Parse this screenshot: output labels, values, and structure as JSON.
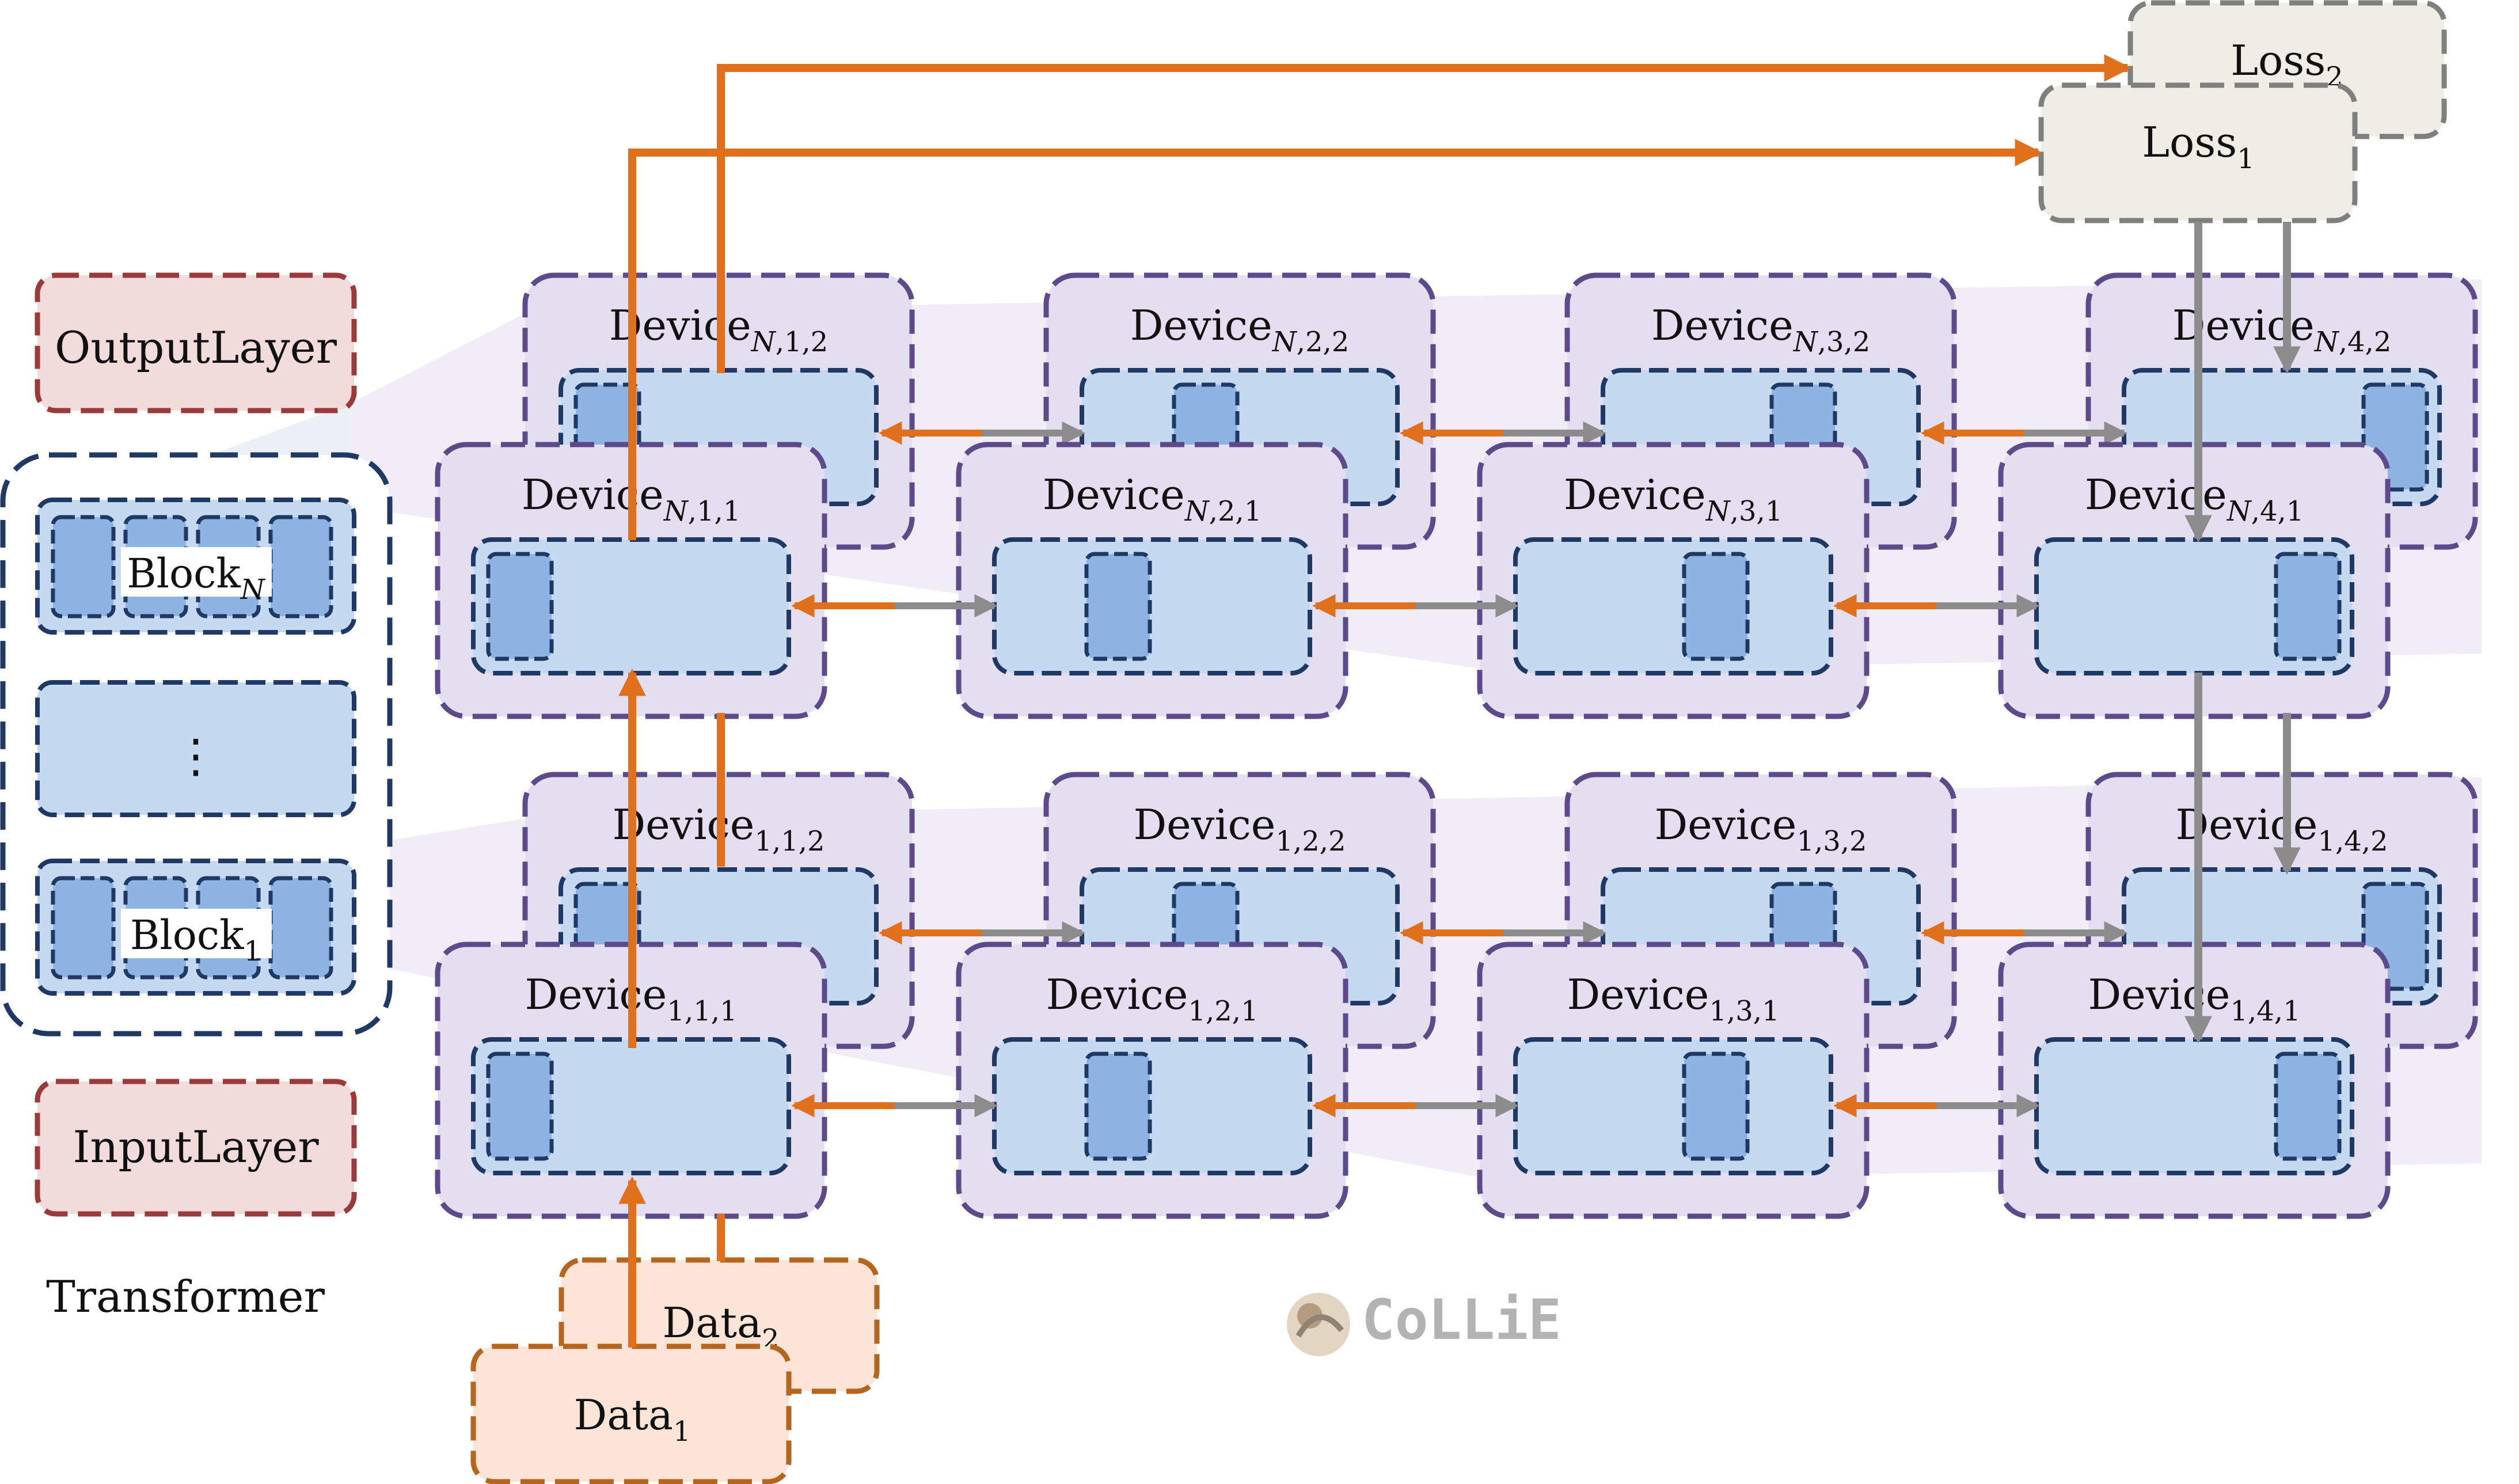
{
  "transformer": {
    "output_layer": "OutputLayer",
    "block_top": {
      "base": "Block",
      "sub": "N"
    },
    "ellipsis": "⋮",
    "block_bottom": {
      "base": "Block",
      "sub": "1"
    },
    "input_layer": "InputLayer",
    "caption": "Transformer"
  },
  "devices_upper_back": [
    {
      "base": "Device",
      "sub": "N,1,2"
    },
    {
      "base": "Device",
      "sub": "N,2,2"
    },
    {
      "base": "Device",
      "sub": "N,3,2"
    },
    {
      "base": "Device",
      "sub": "N,4,2"
    }
  ],
  "devices_upper_front": [
    {
      "base": "Device",
      "sub": "N,1,1"
    },
    {
      "base": "Device",
      "sub": "N,2,1"
    },
    {
      "base": "Device",
      "sub": "N,3,1"
    },
    {
      "base": "Device",
      "sub": "N,4,1"
    }
  ],
  "devices_lower_back": [
    {
      "base": "Device",
      "sub": "1,1,2"
    },
    {
      "base": "Device",
      "sub": "1,2,2"
    },
    {
      "base": "Device",
      "sub": "1,3,2"
    },
    {
      "base": "Device",
      "sub": "1,4,2"
    }
  ],
  "devices_lower_front": [
    {
      "base": "Device",
      "sub": "1,1,1"
    },
    {
      "base": "Device",
      "sub": "1,2,1"
    },
    {
      "base": "Device",
      "sub": "1,3,1"
    },
    {
      "base": "Device",
      "sub": "1,4,1"
    }
  ],
  "loss_back": {
    "base": "Loss",
    "sub": "2"
  },
  "loss_front": {
    "base": "Loss",
    "sub": "1"
  },
  "data_back": {
    "base": "Data",
    "sub": "2"
  },
  "data_front": {
    "base": "Data",
    "sub": "1"
  },
  "watermark": "CoLLiE",
  "colors": {
    "orange_arrow": "#e0701c",
    "gray_arrow": "#8c8c8c",
    "device_fill": "#e3def0",
    "device_stroke": "#5c4a8a",
    "inner_fill": "#c5d9f1",
    "inner_stroke": "#1f3864",
    "chip_fill": "#8eb4e3",
    "layer_fill": "#f2dcdb",
    "layer_stroke": "#9b3a3a",
    "loss_fill": "#eeeee6",
    "loss_stroke": "#7f7f7f",
    "data_fill": "#fce4d6",
    "data_stroke": "#b5651d"
  }
}
